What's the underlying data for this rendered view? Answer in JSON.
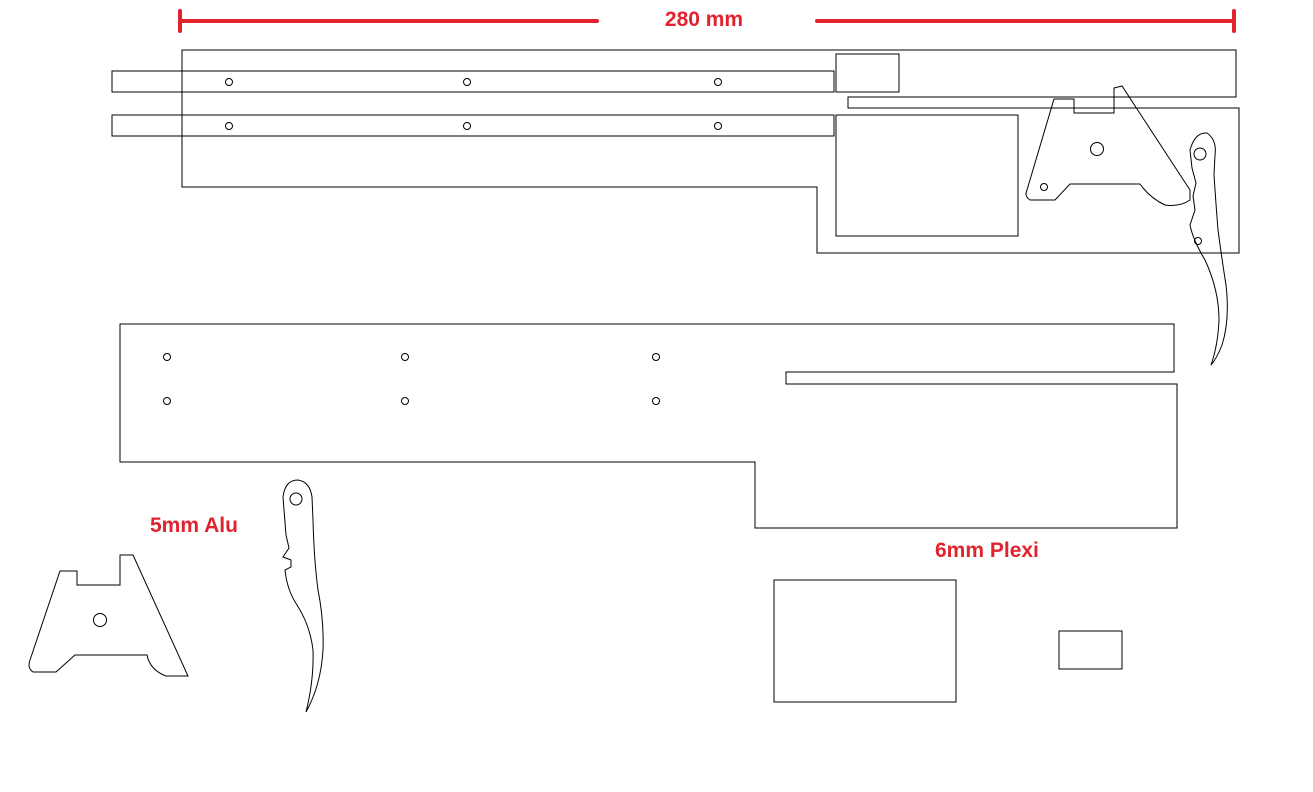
{
  "dimension": {
    "label": "280 mm",
    "color": "#e0242f"
  },
  "materials": {
    "alu_label": "5mm Alu",
    "plexi_label": "6mm Plexi",
    "color": "#e0242f"
  },
  "drawing": {
    "line_color": "#000000",
    "background": "#ffffff"
  }
}
